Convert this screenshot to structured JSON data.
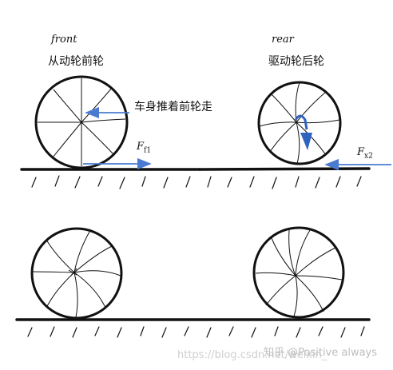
{
  "labels": {
    "front_en": "front",
    "front_cn": "从动轮前轮",
    "rear_en": "rear",
    "rear_cn": "驱动轮后轮",
    "push_note": "车身推着前轮走",
    "ff1_base": "F",
    "ff1_sub": "f1",
    "fx2_base": "F",
    "fx2_sub": "x2"
  },
  "watermark": {
    "text_left": "https://blog.csdn.net/weixin_",
    "text_right": "知乎 @Positive always"
  },
  "colors": {
    "ink": "#111111",
    "arrow_blue": "#4a7bd0",
    "arrow_blue_dark": "#2f63c0",
    "watermark": "#c8c8c8"
  }
}
